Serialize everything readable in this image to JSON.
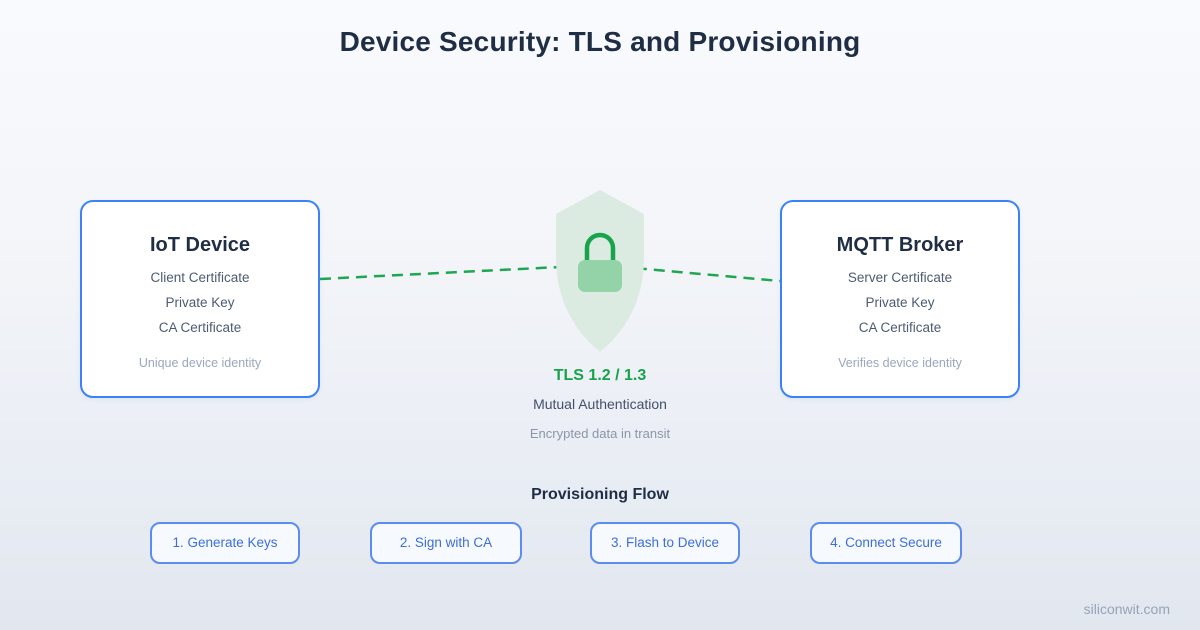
{
  "title": "Device Security: TLS and Provisioning",
  "iot_card": {
    "title": "IoT Device",
    "items": [
      "Client Certificate",
      "Private Key",
      "CA Certificate"
    ],
    "note": "Unique device identity"
  },
  "broker_card": {
    "title": "MQTT Broker",
    "items": [
      "Server Certificate",
      "Private Key",
      "CA Certificate"
    ],
    "note": "Verifies device identity"
  },
  "tls": {
    "icon": "shield-lock-icon",
    "version": "TLS 1.2 / 1.3",
    "subtitle": "Mutual Authentication",
    "caption": "Encrypted data in transit"
  },
  "flow": {
    "heading": "Provisioning Flow",
    "steps": [
      "1. Generate Keys",
      "2. Sign with CA",
      "3. Flash to Device",
      "4. Connect Secure"
    ]
  },
  "watermark": "siliconwit.com",
  "colors": {
    "card_border_blue": "#3b82f6",
    "step_border_blue": "#5c8cee",
    "step_text_blue": "#3d6edb",
    "tls_green": "#16a34a",
    "connector_green": "#1ea650",
    "shield_fill": "#dcebe1",
    "lock_body_green": "#94d2a8",
    "heading_dark": "#1f2d45"
  }
}
